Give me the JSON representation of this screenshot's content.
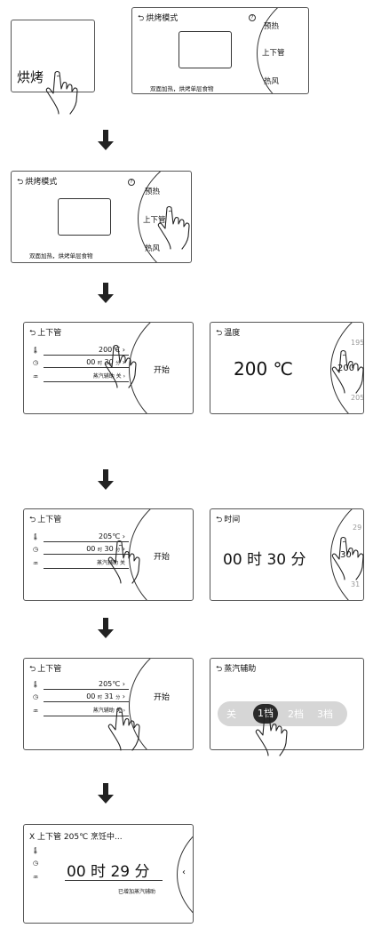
{
  "start_screen": {
    "label": "烘烤"
  },
  "bake_mode": {
    "title": "烘烤模式",
    "help": "?",
    "description": "双面加热，烘烤单层食物",
    "menu": [
      "预热",
      "上下管",
      "热风"
    ]
  },
  "upper_lower": {
    "title": "上下管",
    "temp_before": "200℃",
    "temp_after": "205℃",
    "time_hours": "00",
    "hour_unit": "时",
    "time_min_before": "30",
    "time_min_after": "31",
    "min_unit": "分",
    "steam_label": "蒸汽辅助",
    "steam_value": "关",
    "start": "开始",
    "chevron": "›"
  },
  "temperature_picker": {
    "title": "温度",
    "value": "200 ℃",
    "wheel": [
      "195",
      "200",
      "205"
    ]
  },
  "time_picker": {
    "title": "时间",
    "hours": "00",
    "hour_unit": "时",
    "minutes": "30",
    "min_unit": "分",
    "wheel": [
      "29",
      "30",
      "31"
    ]
  },
  "steam_picker": {
    "title": "蒸汽辅助",
    "levels": [
      "关",
      "1档",
      "2档",
      "3档"
    ],
    "selected": "1档"
  },
  "cooking": {
    "close": "X",
    "status": "上下管 205℃ 烹饪中...",
    "hours": "00",
    "hour_unit": "时",
    "minutes": "29",
    "min_unit": "分",
    "hint": "已增加蒸汽辅助",
    "collapse": "‹"
  },
  "icons": {
    "back": "back-arrow-icon",
    "thermometer": "thermometer-icon",
    "clock": "clock-icon",
    "steam": "steam-icon",
    "flow_arrow": "down-arrow-icon",
    "hand": "hand-pointer-icon"
  }
}
